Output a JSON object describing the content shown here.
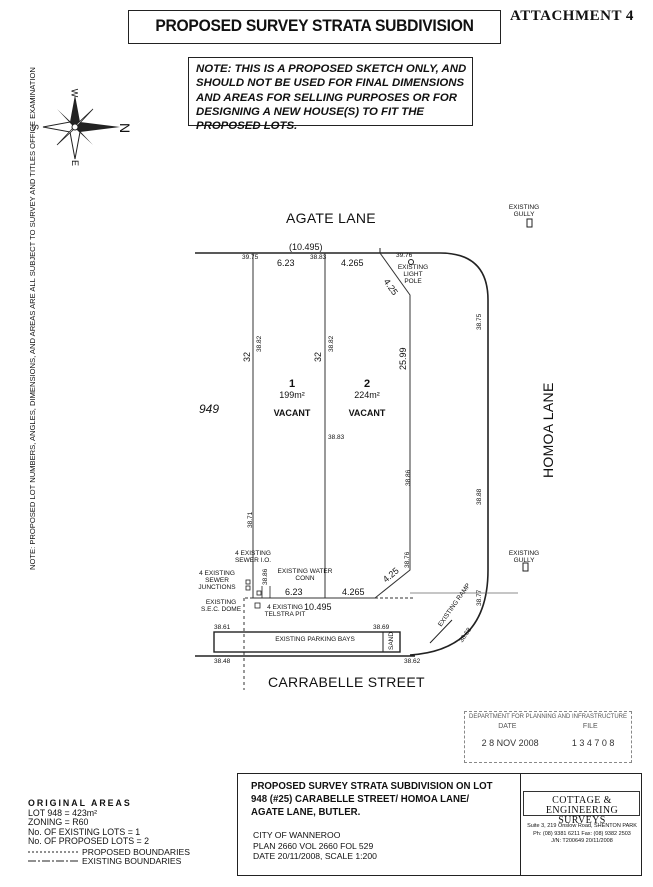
{
  "attachment": "ATTACHMENT 4",
  "title": "PROPOSED SURVEY STRATA SUBDIVISION",
  "note": "NOTE: THIS IS A PROPOSED SKETCH ONLY, AND SHOULD NOT BE USED FOR FINAL DIMENSIONS AND AREAS FOR SELLING PURPOSES OR FOR DESIGNING A NEW HOUSE(S) TO FIT THE PROPOSED LOTS.",
  "compass": {
    "n": "N",
    "s": "S",
    "e": "E",
    "w": "W"
  },
  "streets": {
    "agate": "AGATE LANE",
    "homoa": "HOMOA LANE",
    "carrabelle": "CARRABELLE STREET"
  },
  "side_note": "NOTE: PROPOSED LOT NUMBERS, ANGLES, DIMENSIONS, AND AREAS ARE ALL SUBJECT TO SURVEY AND TITLES OFFICE EXAMINATION",
  "lot949": "949",
  "lots": [
    {
      "num": "1",
      "area": "199m²",
      "status": "VACANT"
    },
    {
      "num": "2",
      "area": "224m²",
      "status": "VACANT"
    }
  ],
  "dims": {
    "top_overall": "(10.495)",
    "top_lot1": "6.23",
    "top_lot2": "4.265",
    "top_chamfer": "4.25",
    "left_side": "32",
    "mid_side": "32",
    "right_side": "25.99",
    "bottom_lot1": "6.23",
    "bottom_lot2": "4.265",
    "bottom_overall": "10.495",
    "bottom_chamfer": "4.25",
    "rl1": "39.75",
    "rl2": "38.83",
    "rl3": "39.76",
    "rl4": "38.82",
    "rl5": "38.82",
    "rl6": "38.83",
    "rl7": "38.71",
    "rl8": "38.86",
    "rl9": "38.76",
    "rl10": "38.75",
    "rl11": "38.88",
    "rl12": "38.77",
    "rl13": "38.61",
    "rl14": "38.69",
    "rl15": "38.48",
    "rl16": "38.62",
    "rl17": "38.86",
    "rl18": "38.68"
  },
  "features": {
    "gully_top": "EXISTING GULLY",
    "light_pole": "EXISTING LIGHT POLE",
    "gully_right": "EXISTING GULLY",
    "sewer_io": "4 EXISTING SEWER I.O.",
    "sewer_junctions": "4 EXISTING SEWER JUNCTIONS",
    "water_conn": "EXISTING WATER CONN",
    "sec_dome": "EXISTING S.E.C. DOME",
    "telstra": "4 EXISTING TELSTRA PIT",
    "parking": "EXISTING PARKING BAYS",
    "sand": "SAND",
    "ramp": "EXISTING RAMP"
  },
  "stamp": {
    "header": "DEPARTMENT FOR PLANNING AND INFRASTRUCTURE",
    "date_label": "DATE",
    "file_label": "FILE",
    "date": "2 8 NOV 2008",
    "file": "1 3 4 7 0 8"
  },
  "title_block": {
    "title": "PROPOSED SURVEY STRATA SUBDIVISION ON LOT 948 (#25) CARABELLE STREET/ HOMOA LANE/ AGATE LANE, BUTLER.",
    "city": "CITY OF WANNEROO",
    "plan": "PLAN  2660  VOL  2660  FOL  529",
    "date_scale": "DATE 20/11/2008,     SCALE 1:200",
    "company": "COTTAGE & ENGINEERING SURVEYS",
    "address": "Suite 3, 219 Onslow Road, SHENTON PARK",
    "phone": "Ph: (08) 9381 6211   Fax: (08) 9382 2503",
    "job": "J/N: T200649   20/11/2008"
  },
  "original_areas": {
    "heading": "ORIGINAL AREAS",
    "lines": [
      "LOT 948 = 423m²",
      "ZONING = R60",
      "No. OF EXISTING LOTS = 1",
      "No. OF PROPOSED LOTS = 2"
    ],
    "legend_proposed": "PROPOSED BOUNDARIES",
    "legend_existing": "EXISTING BOUNDARIES"
  }
}
